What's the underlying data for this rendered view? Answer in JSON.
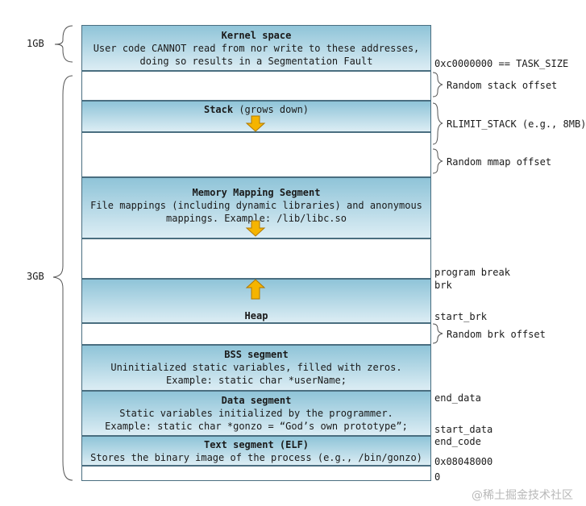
{
  "sizes": {
    "kernel": "1GB",
    "user": "3GB"
  },
  "segments": {
    "kernel": {
      "title": "Kernel space",
      "line1": "User code CANNOT read from nor write to these addresses,",
      "line2": "doing so results in a Segmentation Fault"
    },
    "stack": {
      "title": "Stack",
      "suffix": " (grows down)"
    },
    "mmap": {
      "title": "Memory Mapping Segment",
      "line1": "File mappings (including dynamic libraries) and anonymous",
      "line2": "mappings. Example: /lib/libc.so"
    },
    "heap": {
      "title": "Heap"
    },
    "bss": {
      "title": "BSS segment",
      "line1": "Uninitialized static variables, filled with zeros.",
      "line2": "Example: static char *userName;"
    },
    "data": {
      "title": "Data segment",
      "line1": "Static variables initialized by the programmer.",
      "line2": "Example: static char *gonzo = “God’s own prototype”;"
    },
    "text": {
      "title": "Text segment (ELF)",
      "line1": "Stores the binary image of the process (e.g., /bin/gonzo)"
    }
  },
  "labels": {
    "task_size": "0xc0000000 == TASK_SIZE",
    "random_stack": "Random stack offset",
    "rlimit": "RLIMIT_STACK (e.g., 8MB)",
    "random_mmap": "Random mmap offset",
    "program_break": "program break",
    "brk": "brk",
    "start_brk": "start_brk",
    "random_brk": "Random brk offset",
    "end_data": "end_data",
    "start_data": "start_data",
    "end_code": "end_code",
    "text_addr": "0x08048000",
    "zero": "0"
  },
  "watermark": "@稀土掘金技术社区",
  "colors": {
    "segment_fill_top": "#8fc4d8",
    "segment_fill_bottom": "#dcedf4",
    "border": "#4a6e80",
    "arrow": "#f5b400"
  }
}
